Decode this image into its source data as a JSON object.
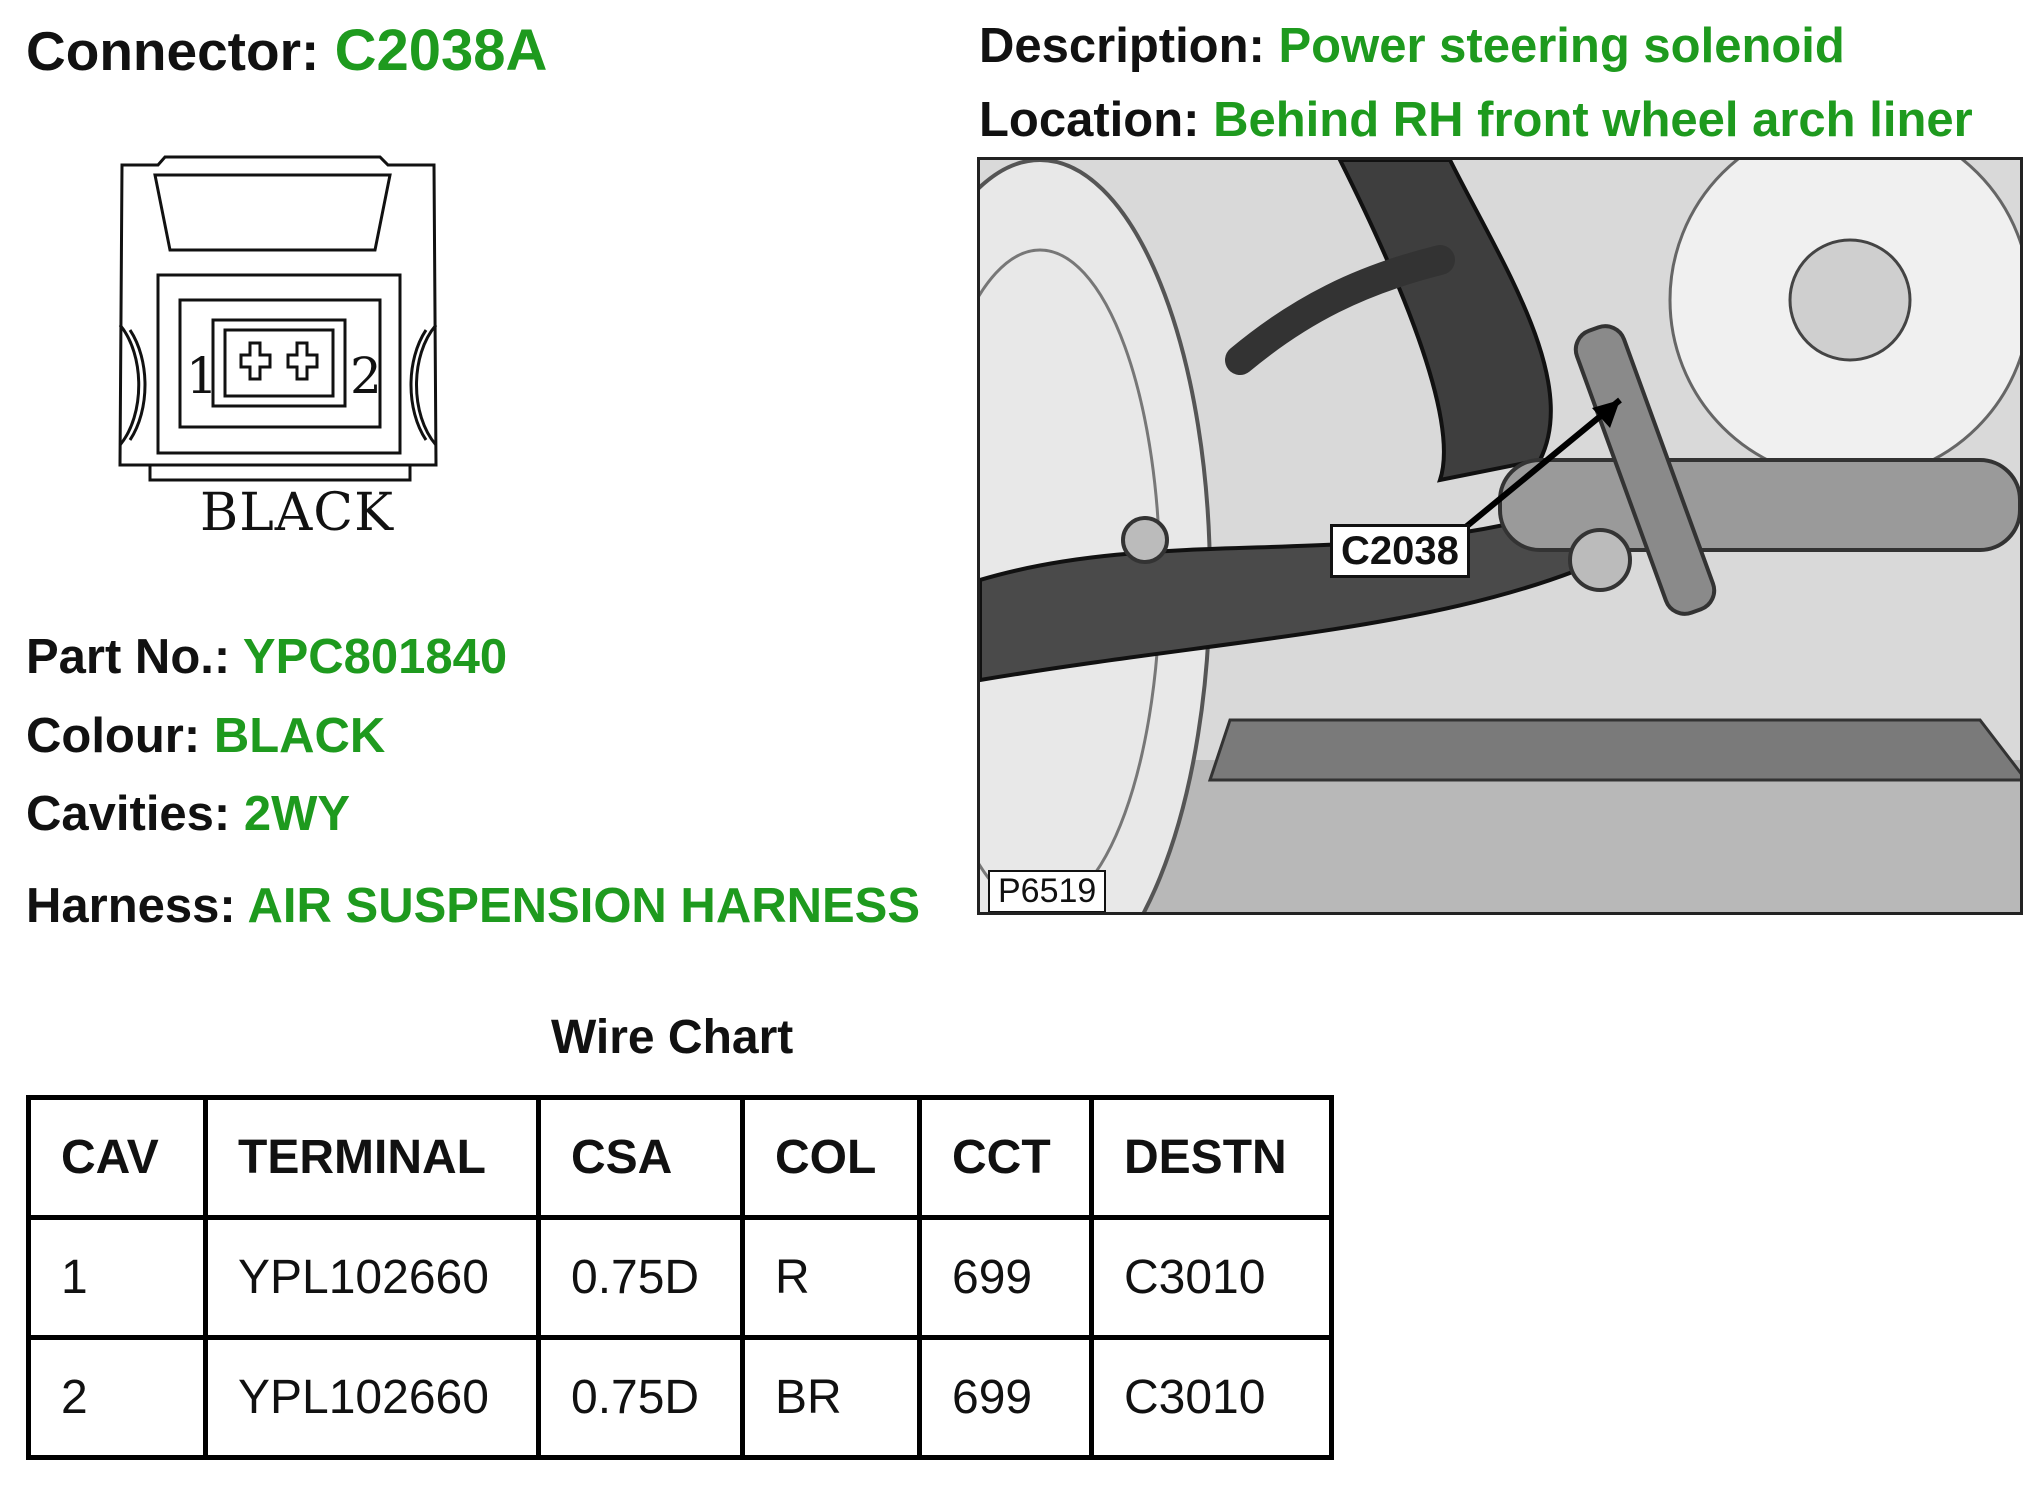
{
  "connector": {
    "label": "Connector:",
    "value": "C2038A"
  },
  "description": {
    "label": "Description:",
    "value": "Power steering solenoid"
  },
  "location": {
    "label": "Location:",
    "value": "Behind RH front wheel arch liner"
  },
  "diagram": {
    "pin1": "1",
    "pin2": "2",
    "colour_label": "BLACK"
  },
  "photo": {
    "callout": "C2038",
    "reference": "P6519"
  },
  "part_no": {
    "label": "Part No.:",
    "value": "YPC801840"
  },
  "colour": {
    "label": "Colour:",
    "value": "BLACK"
  },
  "cavities": {
    "label": "Cavities:",
    "value": "2WY"
  },
  "harness": {
    "label": "Harness:",
    "value": "AIR SUSPENSION HARNESS"
  },
  "wire_chart": {
    "title": "Wire Chart",
    "headers": [
      "CAV",
      "TERMINAL",
      "CSA",
      "COL",
      "CCT",
      "DESTN"
    ],
    "rows": [
      [
        "1",
        "YPL102660",
        "0.75D",
        "R",
        "699",
        "C3010"
      ],
      [
        "2",
        "YPL102660",
        "0.75D",
        "BR",
        "699",
        "C3010"
      ]
    ]
  },
  "colors": {
    "label": "#111111",
    "value_green": "#1e9a1e"
  }
}
